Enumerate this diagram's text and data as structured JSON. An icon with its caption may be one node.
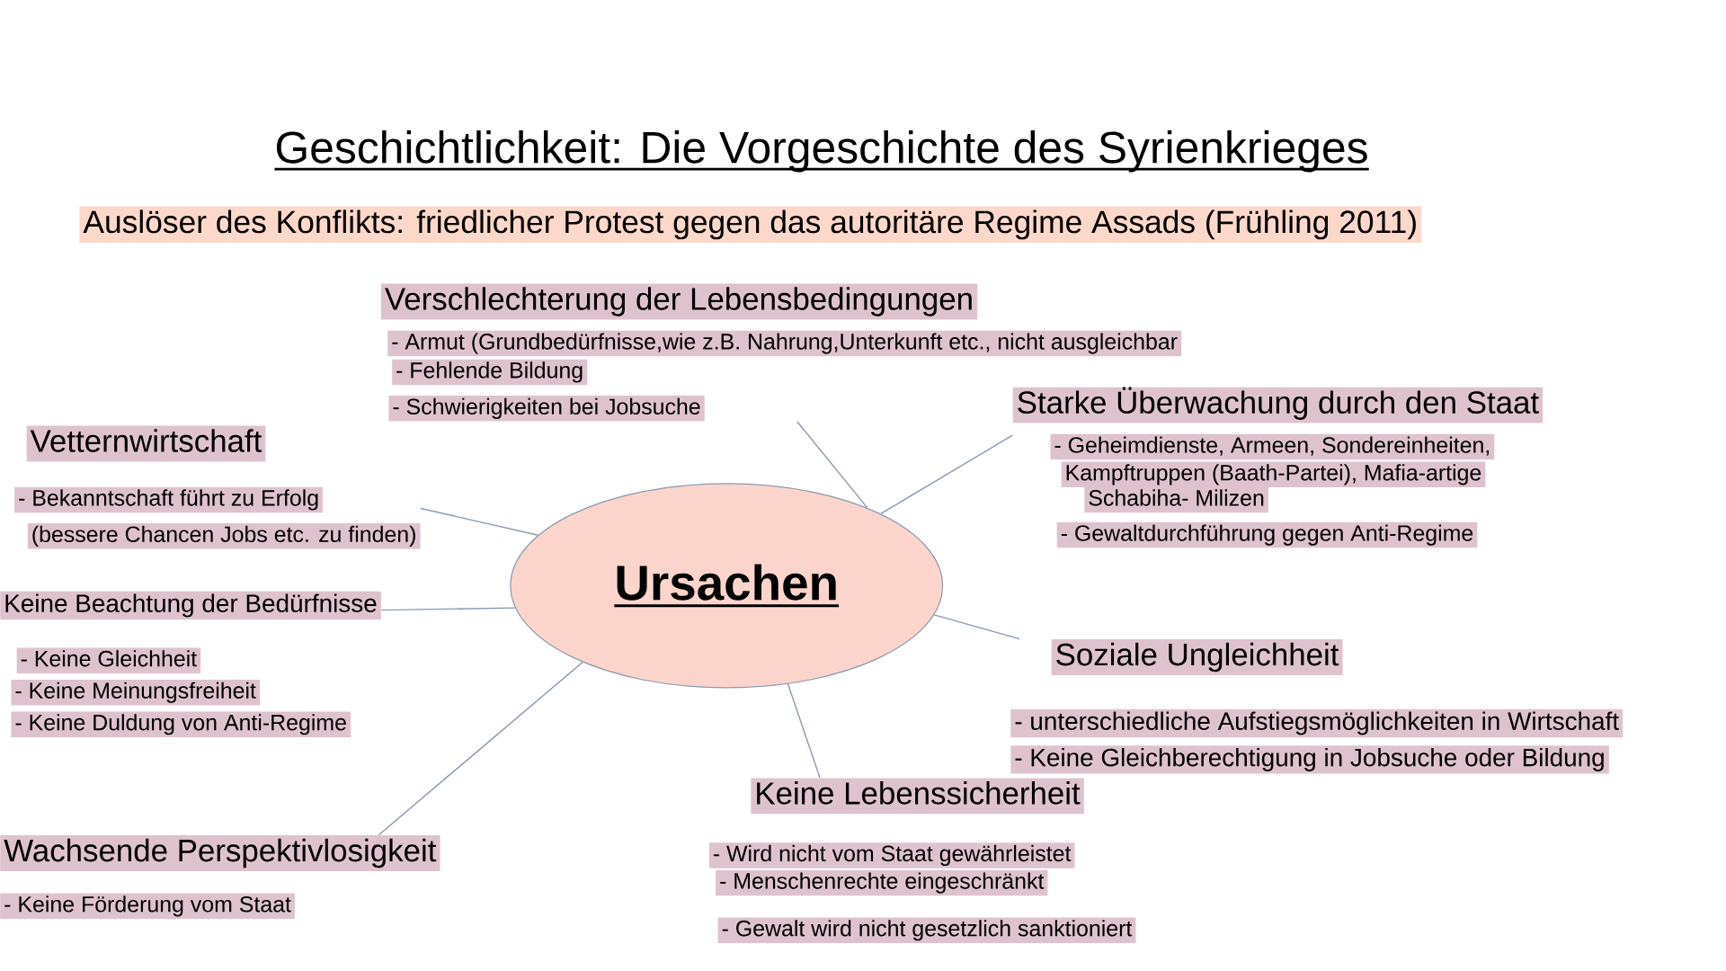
{
  "diagram": {
    "title": "Geschichtlichkeit: Die Vorgeschichte des Syrienkrieges",
    "nodes": [
      {
        "text": [
          "Auslöser des Konflikts: friedlicher Protest gegen das autoritäre Regime Assads (Frühling 2011)"
        ]
      },
      {
        "text": [
          "Verschlechterung der Lebensbedingungen",
          "- Armut (Grundbedürfnisse,wie z.B. Nahrung,Unterkunft etc., nicht ausgleichbar",
          "- Fehlende Bildung",
          "- Schwierigkeiten bei Jobsuche"
        ]
      },
      {
        "text": [
          "Starke Überwachung durch den Staat",
          "- Geheimdienste, Armeen, Sondereinheiten,",
          "Kampftruppen (Baath-Partei), Mafia-artige",
          "Schabiha- Milizen",
          "- Gewaltdurchführung gegen Anti-Regime"
        ]
      },
      {
        "text": [
          "Vetternwirtschaft",
          "- Bekanntschaft führt zu Erfolg",
          "(bessere Chancen Jobs etc. zu finden)"
        ]
      },
      {
        "text": [
          "Ursachen"
        ]
      },
      {
        "text": [
          "Keine Beachtung der Bedürfnisse",
          "- Keine Gleichheit",
          "- Keine Meinungsfreiheit",
          "- Keine Duldung von Anti-Regime"
        ]
      },
      {
        "text": [
          "Soziale Ungleichheit",
          "- unterschiedliche Aufstiegsmöglichkeiten in Wirtschaft",
          "- Keine Gleichberechtigung in Jobsuche oder Bildung"
        ]
      },
      {
        "text": [
          "Keine Lebenssicherheit",
          "- Wird nicht vom Staat gewährleistet",
          "- Menschenrechte eingeschränkt",
          "- Gewalt wird nicht gesetzlich sanktioniert"
        ]
      },
      {
        "text": [
          "Wachsende Perspektivlosigkeit",
          "- Keine Förderung vom Staat"
        ]
      }
    ],
    "edges": [
      {
        "from": 4,
        "to": 1,
        "arrow": "none"
      },
      {
        "from": 4,
        "to": 2,
        "arrow": "none"
      },
      {
        "from": 4,
        "to": 3,
        "arrow": "none"
      },
      {
        "from": 4,
        "to": 5,
        "arrow": "none"
      },
      {
        "from": 4,
        "to": 6,
        "arrow": "none"
      },
      {
        "from": 4,
        "to": 7,
        "arrow": "none"
      },
      {
        "from": 4,
        "to": 8,
        "arrow": "none"
      }
    ]
  }
}
